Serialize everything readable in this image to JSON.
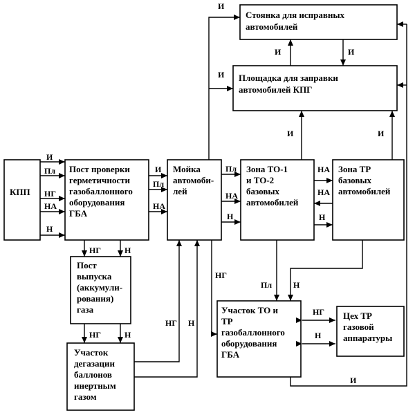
{
  "boxes": {
    "kpp": [
      "КПП"
    ],
    "check_post": [
      "Пост проверки",
      "герметичности",
      "газобаллонного",
      "оборудования",
      "ГБА"
    ],
    "wash": [
      "Мойка",
      "автомоби-",
      "лей"
    ],
    "to_zone": [
      "Зона ТО-1",
      "и ТО-2",
      "базовых",
      "автомобилей"
    ],
    "tr_zone": [
      "Зона ТР",
      "базовых",
      "автомобилей"
    ],
    "parking": [
      "Стоянка для исправных",
      "автомобилей"
    ],
    "refuel": [
      "Площадка для заправки",
      "автомобилей КПГ"
    ],
    "release_post": [
      "Пост",
      "выпуска",
      "(аккумули-",
      "рования)",
      "газа"
    ],
    "degas": [
      "Участок",
      "дегазации",
      "баллонов",
      "инертным",
      "газом"
    ],
    "gba_section": [
      "Участок ТО и",
      "ТР",
      "газобаллонного",
      "оборудования",
      "ГБА"
    ],
    "tr_shop": [
      "Цех ТР",
      "газовой",
      "аппаратуры"
    ]
  },
  "labels": {
    "i": "И",
    "pl": "Пл",
    "ng": "НГ",
    "na": "НА",
    "n": "Н"
  }
}
